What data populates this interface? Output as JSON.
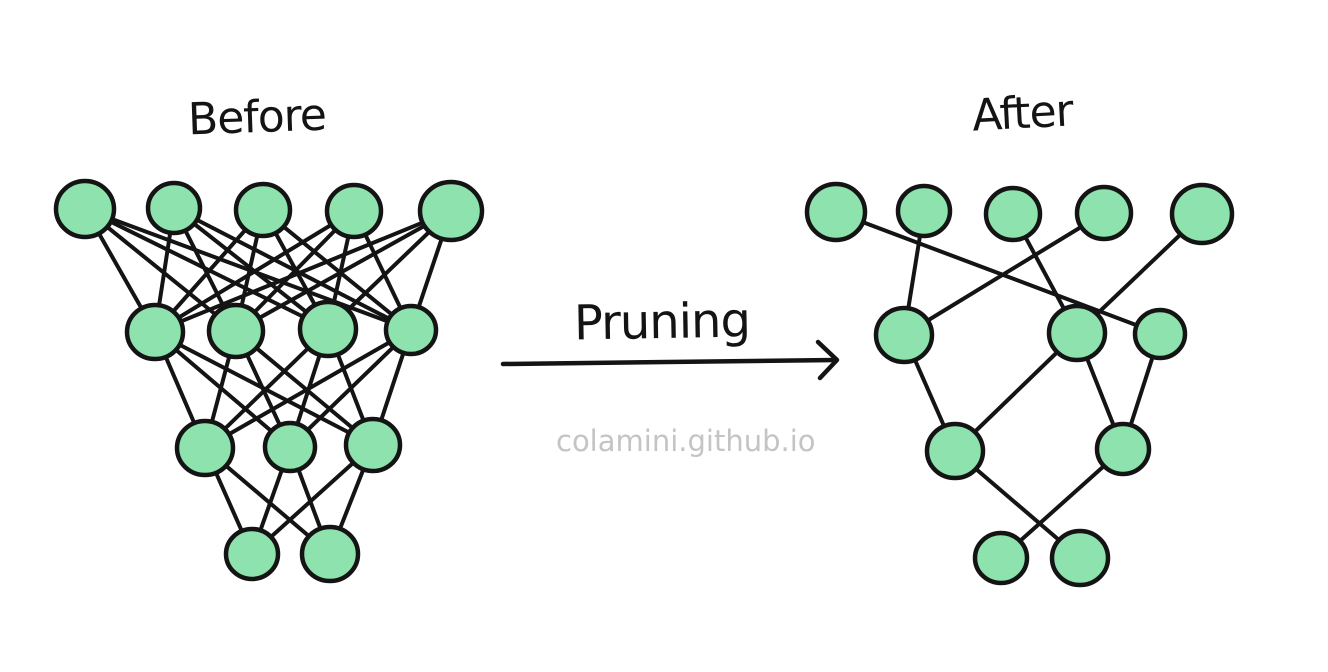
{
  "labels": {
    "before": "Before",
    "after": "After",
    "operation": "Pruning",
    "watermark": "colamini.github.io"
  },
  "colors": {
    "node_fill": "#8ee2ae",
    "stroke": "#141414",
    "watermark": "#c4c4c4"
  },
  "networks": {
    "before": {
      "layer_sizes": [
        5,
        4,
        3,
        2
      ],
      "connections": "fully-connected"
    },
    "after": {
      "layer_sizes": [
        5,
        3,
        2,
        2
      ],
      "connections": [
        [
          "0-0",
          "1-2"
        ],
        [
          "0-1",
          "1-0"
        ],
        [
          "0-2",
          "1-1"
        ],
        [
          "0-3",
          "1-0"
        ],
        [
          "0-4",
          "1-1"
        ],
        [
          "1-0",
          "2-0"
        ],
        [
          "1-1",
          "2-0"
        ],
        [
          "1-1",
          "2-1"
        ],
        [
          "1-2",
          "2-1"
        ],
        [
          "2-0",
          "3-1"
        ],
        [
          "2-1",
          "3-0"
        ]
      ]
    }
  }
}
